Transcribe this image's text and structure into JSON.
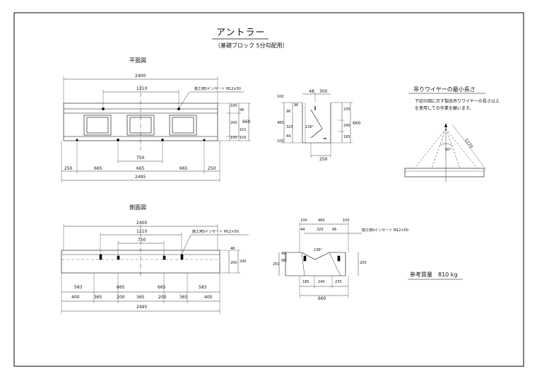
{
  "title": "アントラー",
  "subtitle": "（基礎ブロック 5分勾配用）",
  "plan_view": {
    "label": "平面図",
    "insert_note": "施工用Sインサート M12×50",
    "dims_top": [
      "2400",
      "1210"
    ],
    "dims_inner": [
      "750"
    ],
    "dims_bottom": [
      "250",
      "665",
      "665",
      "665",
      "250"
    ],
    "dims_total": "2495",
    "dims_right": [
      "100",
      "200",
      "100"
    ],
    "dims_right2": [
      "96",
      "101",
      "100"
    ],
    "dims_right_total": "660"
  },
  "side_view": {
    "label": "側面図",
    "insert_note": "施工用Sインサート M12×50",
    "dims_top": [
      "2400",
      "1210",
      "750"
    ],
    "dims_bottom1": [
      "583",
      "665",
      "665",
      "583"
    ],
    "dims_bottom2": [
      "400",
      "365",
      "200",
      "365",
      "200",
      "365",
      "400"
    ],
    "dims_total": "2495",
    "dims_right": [
      "48",
      "200",
      "240"
    ]
  },
  "section_top": {
    "dims_top": [
      "48",
      "300"
    ],
    "dims_left": [
      "100",
      "480",
      "100"
    ],
    "dims_left2": [
      "96",
      "320",
      "44",
      "96"
    ],
    "angle": "136°",
    "dims_right": [
      "235",
      "240",
      "185"
    ],
    "dims_right_total": "660",
    "dim_bottom": "250"
  },
  "section_bottom": {
    "dims_top": [
      "100",
      "460",
      "100"
    ],
    "dims_top2": [
      "44",
      "320",
      "96"
    ],
    "dims_left": [
      "48",
      "96"
    ],
    "angle": "136°",
    "dims_left_total": "250",
    "dims_bottom": [
      "185",
      "240",
      "235"
    ],
    "dims_total": "660",
    "dim_right": "200",
    "insert_note": "施工用Sインサート M12×50"
  },
  "wire": {
    "heading": "吊りワイヤーの最小長さ",
    "note": "下記の図に示す製品吊りワイヤーの長さ以上を使用しての作業を願います。",
    "length": "1270",
    "angle": "60°"
  },
  "mass": "参考質量　810 kg"
}
